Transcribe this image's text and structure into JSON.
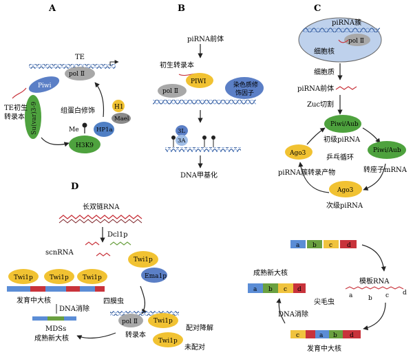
{
  "panels": {
    "A": {
      "letter": "A",
      "te": "TE",
      "pol2": "pol Ⅱ",
      "piwi": "Piwi",
      "suvar": "Su(var)3-9",
      "te_transcript": "TE初生\n转录本",
      "histone_mod": "组蛋白修饰",
      "h1": "H1",
      "mael": "Mael",
      "hp1a": "HP1a",
      "me": "Me",
      "h3k9": "H3K9"
    },
    "B": {
      "letter": "B",
      "precursor": "piRNA前体",
      "nascent": "初生转录本",
      "piwi": "PIWI",
      "pol2": "pol Ⅱ",
      "chromatin_factor": "染色质修\n饰因子",
      "l3": "3L",
      "a3": "3A",
      "dna_meth": "DNA甲基化"
    },
    "C": {
      "letter": "C",
      "cluster": "piRNA簇",
      "pol2": "pol Ⅱ",
      "nucleus": "细胞核",
      "cytoplasm": "细胞质",
      "precursor": "piRNA前体",
      "zuc": "Zuc切割",
      "piwi_aub": "Piwi/Aub",
      "primary": "初级piRNA",
      "pingpong": "乒乓循环",
      "ago3": "Ago3",
      "piwi_aub2": "Piwi/Aub",
      "transposon": "转座子mRNA",
      "cluster_product": "piRNA簇转录产物",
      "ago3b": "Ago3",
      "secondary": "次级piRNA"
    },
    "D": {
      "letter": "D",
      "dsrna": "长双链RNA",
      "dcl": "Dcl1p",
      "scnrna": "scnRNA",
      "twi": "Twi1p",
      "ema": "Ema1p",
      "dev_mac": "发育中大核",
      "dna_elim": "DNA消除",
      "tetrahymena": "四膜虫",
      "mds": "MDSs",
      "new_mac": "成熟新大核",
      "pol2": "pol Ⅱ",
      "transcript": "转录本",
      "paired": "配对降解",
      "unpaired": "未配对"
    },
    "E": {
      "template": "模板RNA",
      "new_mac": "成熟新大核",
      "oxytricha": "尖毛虫",
      "dna_elim": "DNA消除",
      "dev_mac": "发育中大核",
      "seg_top": [
        "a",
        "b",
        "c",
        "d"
      ],
      "seg_rna": [
        "a",
        "b",
        "c",
        "d"
      ],
      "seg_mature": [
        "a",
        "b",
        "c",
        "d"
      ],
      "seg_dev": [
        "c",
        "a",
        "b",
        "d"
      ]
    }
  },
  "colors": {
    "piwi": "#5b7fc6",
    "pol2": "#a8a8a8",
    "green": "#4ea23e",
    "hp1a": "#4f7fc4",
    "yellow": "#f1c232",
    "mael": "#8a8a8a",
    "red": "#c8333b",
    "blue_seg": "#5b8dd6",
    "green_seg": "#6aa040",
    "yellow_seg": "#f0c33e",
    "nucleus": "#bed1ec"
  }
}
